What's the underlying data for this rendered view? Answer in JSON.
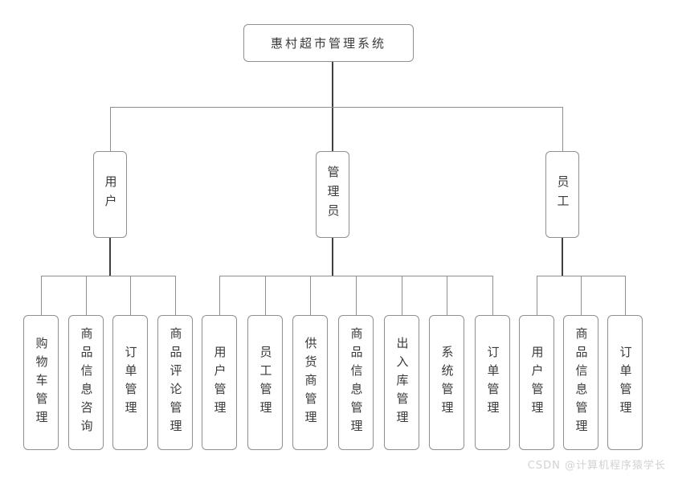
{
  "diagram": {
    "root": {
      "label": "惠村超市管理系统"
    },
    "branches": [
      {
        "label": "用户",
        "children": [
          {
            "label": "购物车管理"
          },
          {
            "label": "商品信息咨询"
          },
          {
            "label": "订单管理"
          },
          {
            "label": "商品评论管理"
          }
        ]
      },
      {
        "label": "管理员",
        "children": [
          {
            "label": "用户管理"
          },
          {
            "label": "员工管理"
          },
          {
            "label": "供货商管理"
          },
          {
            "label": "商品信息管理"
          },
          {
            "label": "出入库管理"
          },
          {
            "label": "系统管理"
          },
          {
            "label": "订单管理"
          }
        ]
      },
      {
        "label": "员工",
        "children": [
          {
            "label": "用户管理"
          },
          {
            "label": "商品信息管理"
          },
          {
            "label": "订单管理"
          }
        ]
      }
    ]
  },
  "watermark": {
    "text": "CSDN @计算机程序猿学长"
  },
  "colors": {
    "bg": "#ffffff",
    "box_border": "#8f8f8f",
    "line": "#8f8f8f",
    "line_dark": "#404040",
    "text": "#3a3a3a",
    "watermark": "#d2d2d2"
  }
}
